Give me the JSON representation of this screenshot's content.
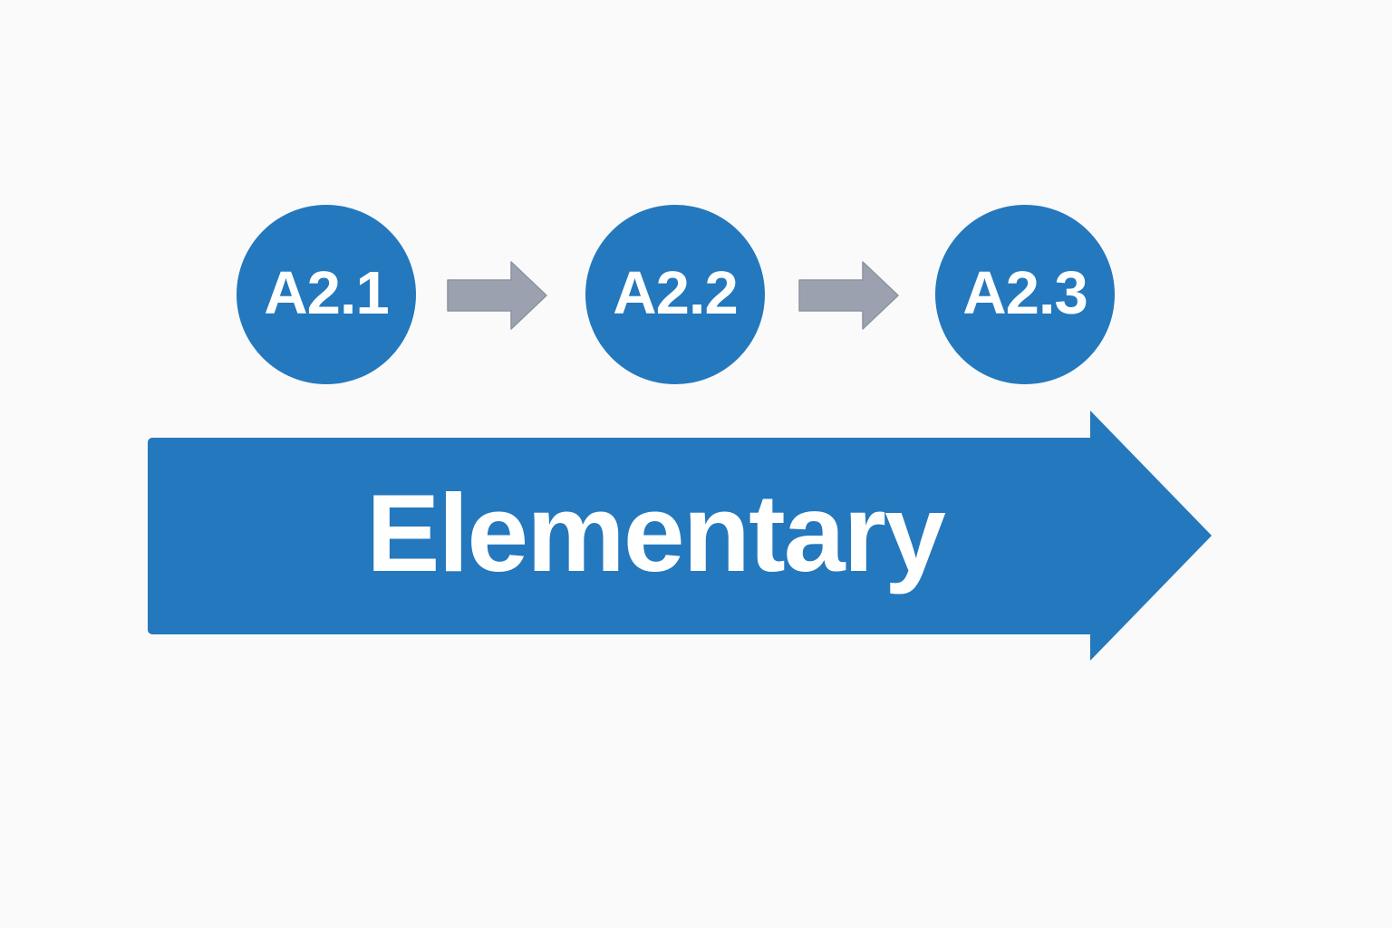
{
  "canvas": {
    "background_color": "#fafafa"
  },
  "colors": {
    "node_blue": "#2478bd",
    "banner_blue": "#2478bd",
    "connector_gray": "#9ba1ae",
    "connector_gray_border": "#8b92a0",
    "text_white": "#ffffff"
  },
  "diagram": {
    "nodes": [
      {
        "label": "A2.1"
      },
      {
        "label": "A2.2"
      },
      {
        "label": "A2.3"
      }
    ],
    "connectors": [
      {
        "icon": "right-arrow"
      },
      {
        "icon": "right-arrow"
      }
    ],
    "banner": {
      "label": "Elementary",
      "shape": "right-arrow-banner"
    }
  }
}
